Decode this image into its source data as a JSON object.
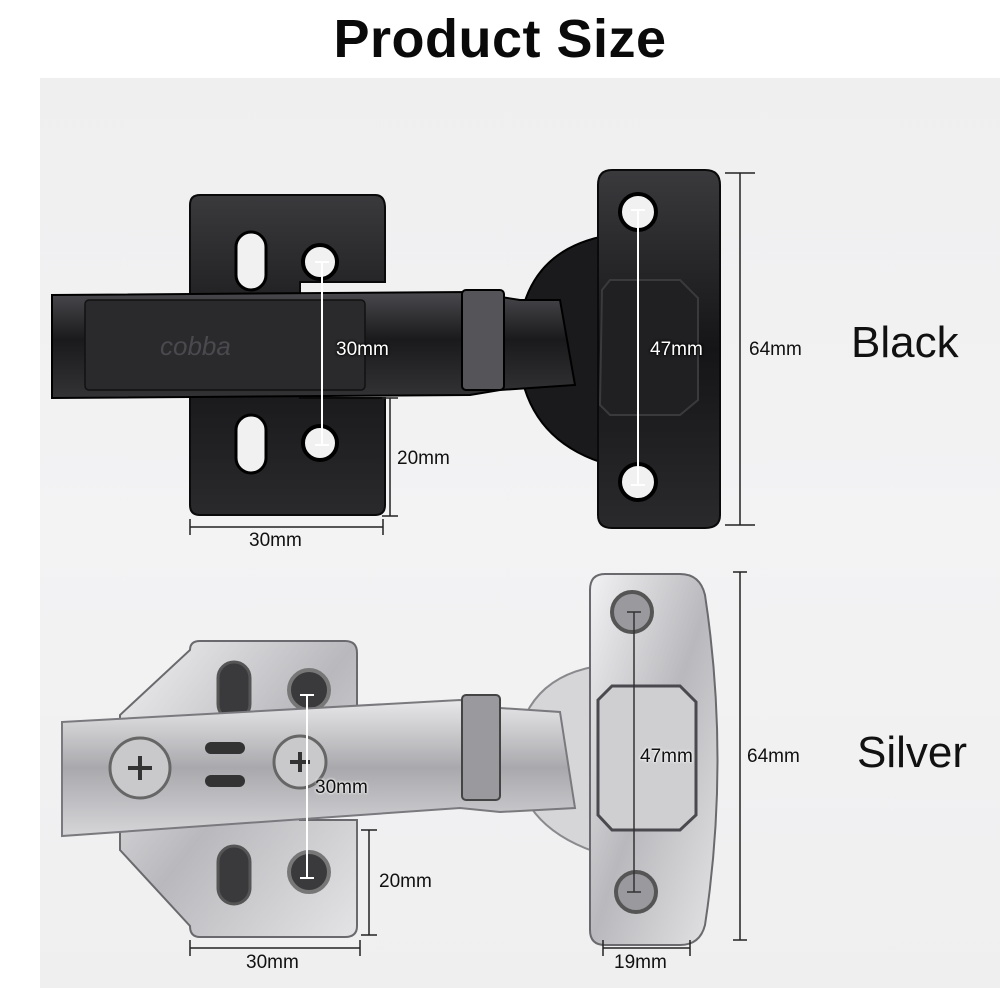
{
  "title": "Product Size",
  "colors": {
    "background": "#f1f1f2",
    "black_finish": "#1c1c1e",
    "silver_finish": "#c9c9cc",
    "dimension_line": "#222222"
  },
  "black": {
    "variant_label": "Black",
    "brand_mark": "cobba",
    "dimensions": {
      "cup_hole_spacing": "30mm",
      "plate_hole_spacing": "47mm",
      "plate_height": "64mm",
      "base_offset": "20mm",
      "base_width": "30mm"
    }
  },
  "silver": {
    "variant_label": "Silver",
    "dimensions": {
      "plate_hole_spacing": "47mm",
      "plate_height": "64mm",
      "cup_hole_spacing": "30mm",
      "base_offset": "20mm",
      "base_width": "30mm",
      "plate_width": "19mm"
    }
  }
}
